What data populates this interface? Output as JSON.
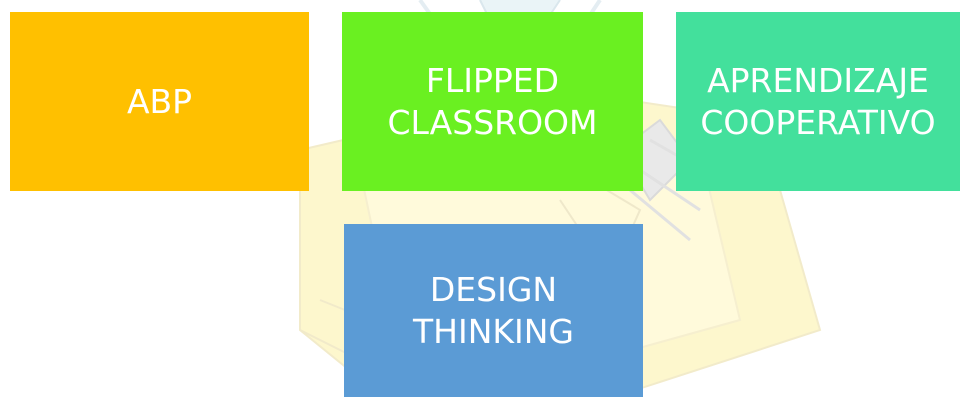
{
  "boxes": {
    "abp": {
      "label": "ABP",
      "color": "#ffc000"
    },
    "flipped": {
      "label": "FLIPPED CLASSROOM",
      "color": "#6af021"
    },
    "coop": {
      "label": "APRENDIZAJE COOPERATIVO",
      "color": "#43e09c"
    },
    "design": {
      "label": "DESIGN THINKING",
      "color": "#5b9bd5"
    }
  },
  "background": {
    "illustration": "faint yellow sketch illustration",
    "color": "#fdf3a0"
  }
}
